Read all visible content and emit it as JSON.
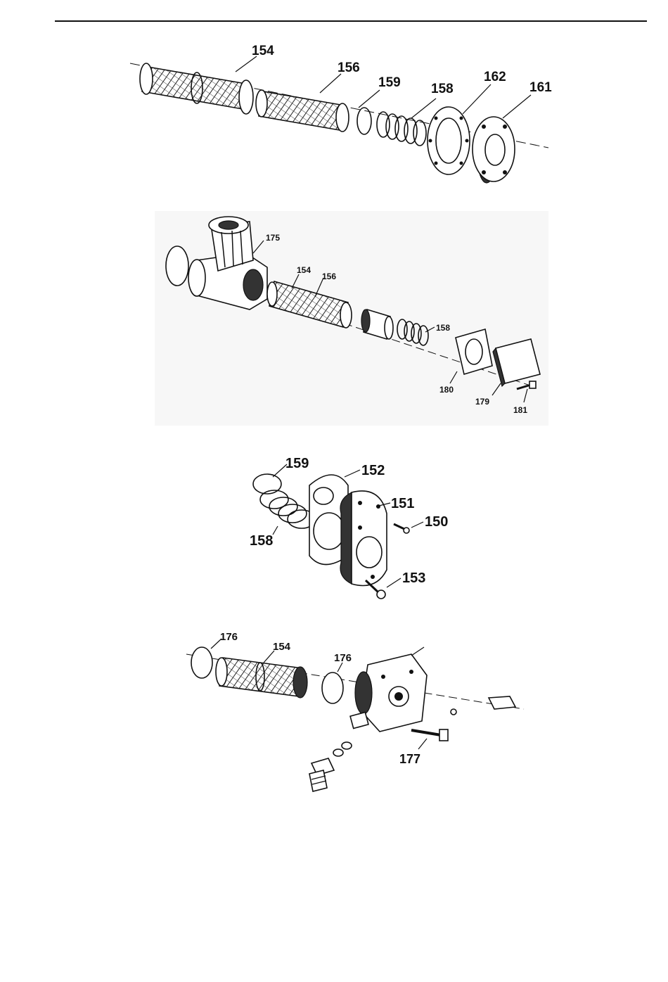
{
  "figures": [
    {
      "id": "fig1",
      "callouts": [
        "154",
        "156",
        "159",
        "158",
        "162",
        "161"
      ]
    },
    {
      "id": "fig2",
      "callouts": [
        "175",
        "154",
        "156",
        "158",
        "180",
        "179",
        "181"
      ]
    },
    {
      "id": "fig3",
      "callouts": [
        "159",
        "152",
        "151",
        "150",
        "158",
        "153"
      ]
    },
    {
      "id": "fig4",
      "callouts": [
        "176",
        "154",
        "176",
        "177"
      ]
    }
  ],
  "colors": {
    "ink": "#111111",
    "paper": "#ffffff",
    "panel_bg": "#f4f4f4"
  }
}
